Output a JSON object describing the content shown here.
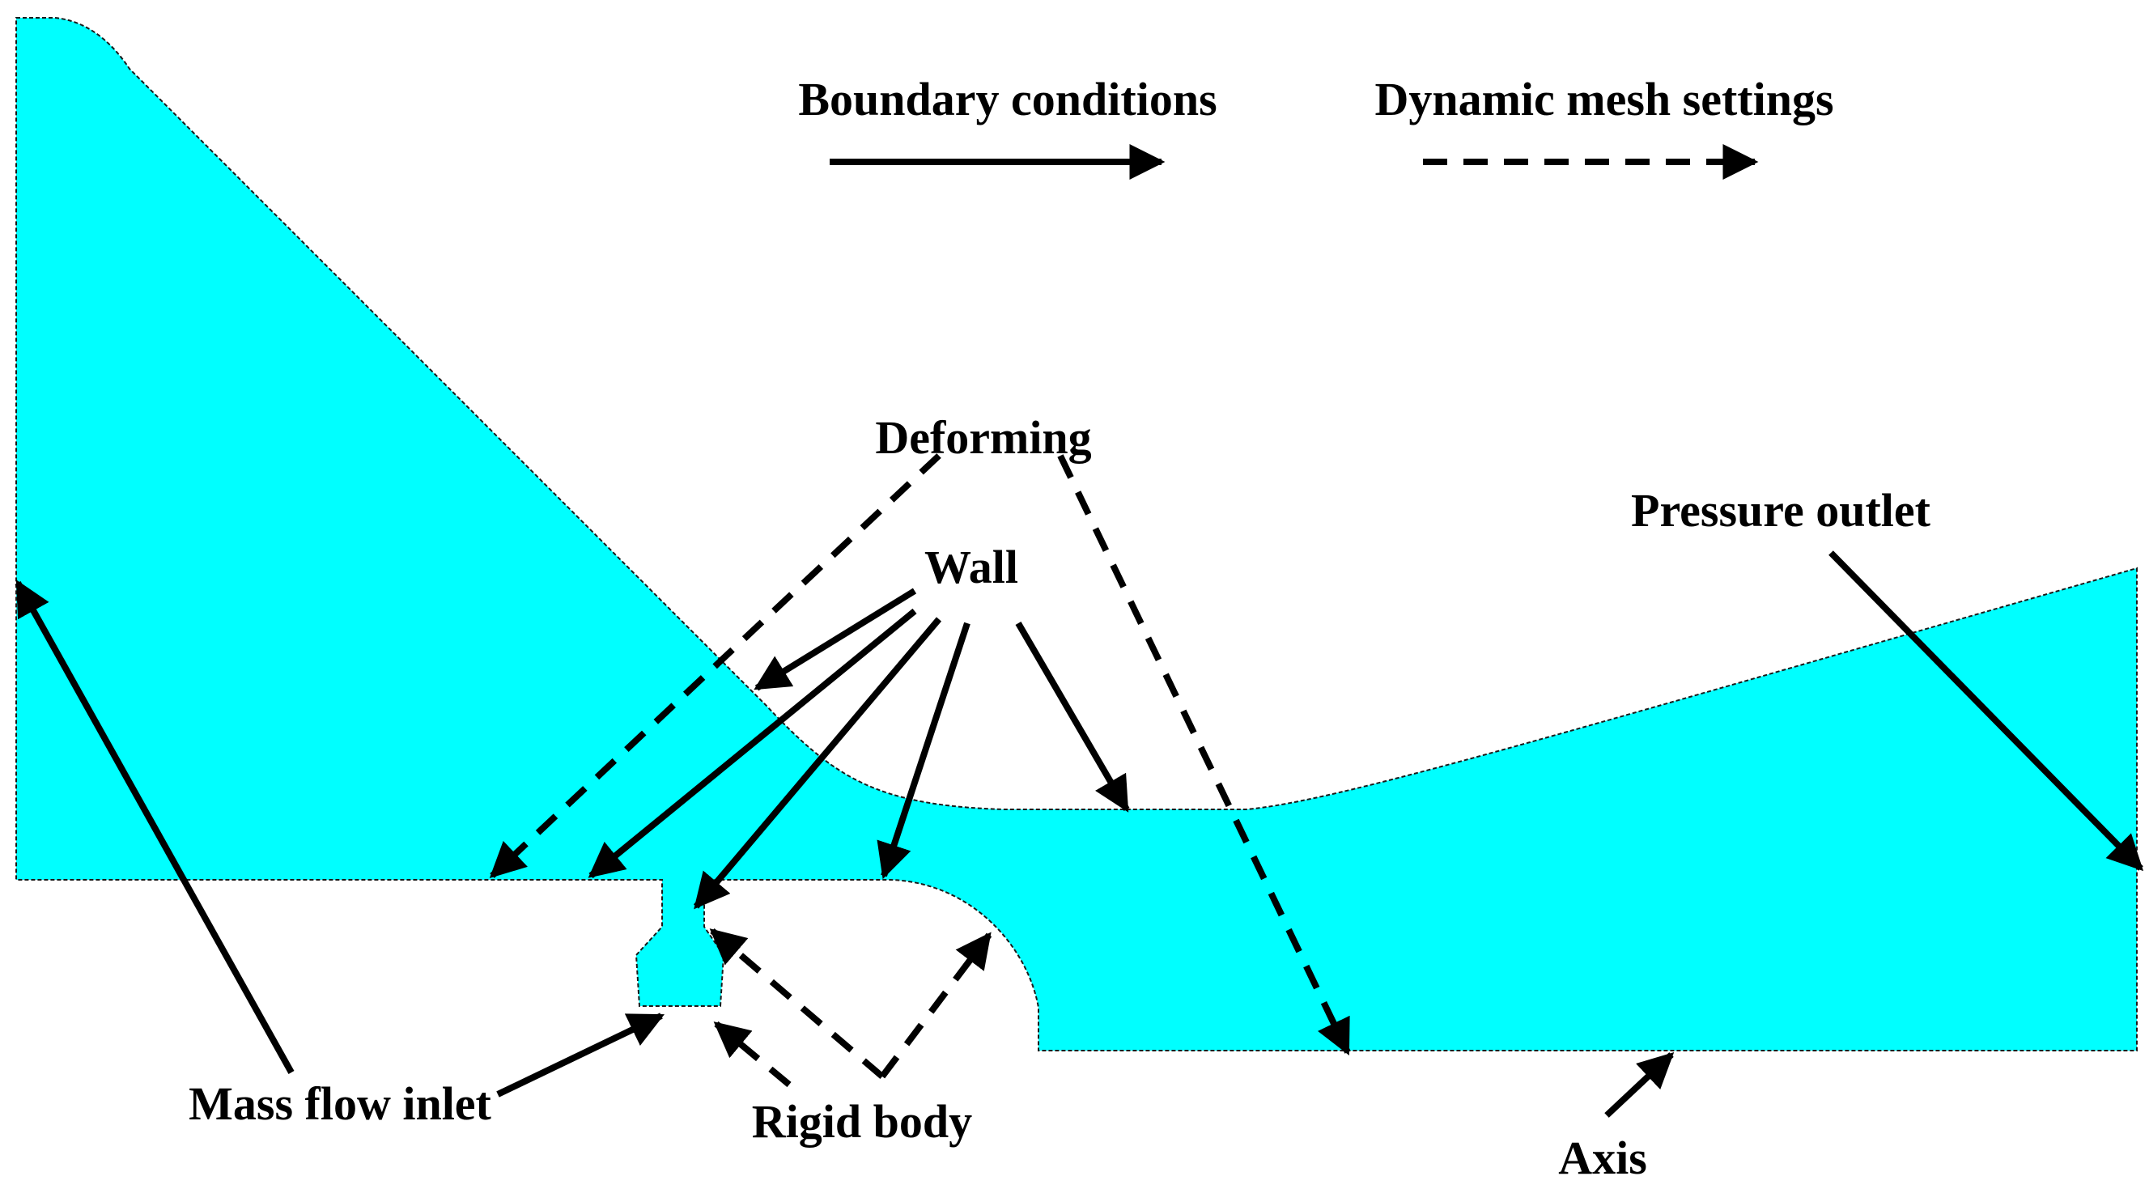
{
  "legend": {
    "solid_label": "Boundary conditions",
    "dashed_label": "Dynamic mesh settings"
  },
  "labels": {
    "deforming": "Deforming",
    "wall": "Wall",
    "pressure_outlet": "Pressure outlet",
    "mass_flow_inlet": "Mass flow inlet",
    "rigid_body": "Rigid body",
    "axis": "Axis"
  },
  "colors": {
    "fluid_domain": "#00FFFF",
    "arrow": "#000000",
    "background": "#FFFFFF"
  }
}
